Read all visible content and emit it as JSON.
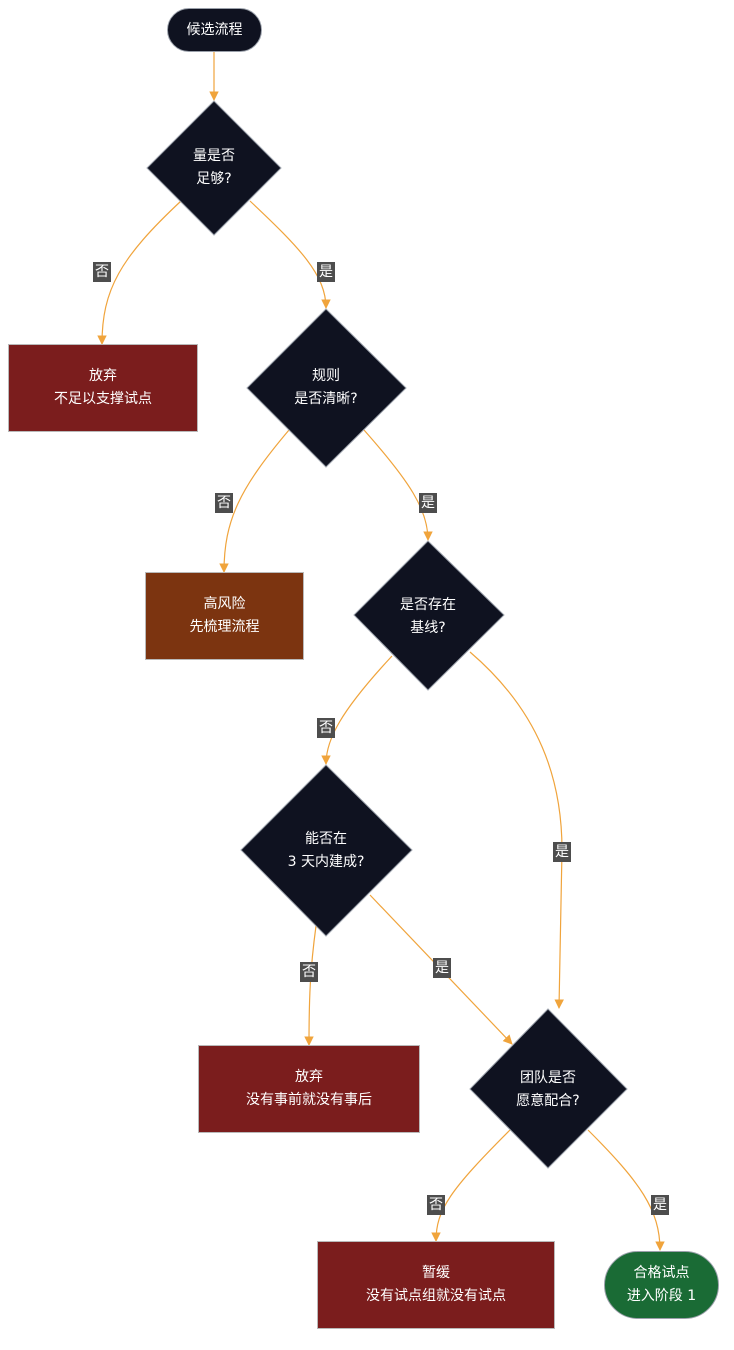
{
  "colors": {
    "decision": "#0f1220",
    "edge": "#f0a43c",
    "reject": "#7b1d1d",
    "risk": "#7c3410",
    "success": "#1a6b35",
    "label_bg": "#4d4d4d"
  },
  "nodes": {
    "start": {
      "line1": "候选流程"
    },
    "d_volume": {
      "line1": "量是否",
      "line2": "足够?"
    },
    "abandon_volume": {
      "line1": "放弃",
      "line2": "不足以支撑试点"
    },
    "d_rules": {
      "line1": "规则",
      "line2": "是否清晰?"
    },
    "high_risk": {
      "line1": "高风险",
      "line2": "先梳理流程"
    },
    "d_baseline": {
      "line1": "是否存在",
      "line2": "基线?"
    },
    "d_build": {
      "line1": "能否在",
      "line2": "3 天内建成?"
    },
    "abandon_baseline": {
      "line1": "放弃",
      "line2": "没有事前就没有事后"
    },
    "d_team": {
      "line1": "团队是否",
      "line2": "愿意配合?"
    },
    "pause": {
      "line1": "暂缓",
      "line2": "没有试点组就没有试点"
    },
    "qualified": {
      "line1": "合格试点",
      "line2": "进入阶段 1"
    }
  },
  "edge_labels": {
    "volume_no": "否",
    "volume_yes": "是",
    "rules_no": "否",
    "rules_yes": "是",
    "baseline_no": "否",
    "baseline_yes": "是",
    "build_no": "否",
    "build_yes": "是",
    "team_no": "否",
    "team_yes": "是"
  }
}
